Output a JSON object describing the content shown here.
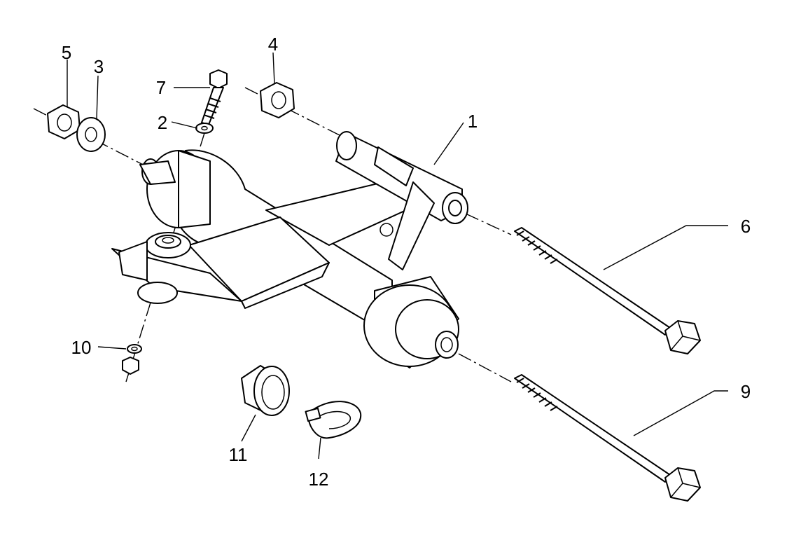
{
  "diagram": {
    "callouts": [
      {
        "id": "1",
        "label": "1"
      },
      {
        "id": "2",
        "label": "2"
      },
      {
        "id": "3",
        "label": "3"
      },
      {
        "id": "4",
        "label": "4"
      },
      {
        "id": "5",
        "label": "5"
      },
      {
        "id": "6",
        "label": "6"
      },
      {
        "id": "7",
        "label": "7"
      },
      {
        "id": "9",
        "label": "9"
      },
      {
        "id": "10",
        "label": "10"
      },
      {
        "id": "11",
        "label": "11"
      },
      {
        "id": "12",
        "label": "12"
      }
    ]
  }
}
